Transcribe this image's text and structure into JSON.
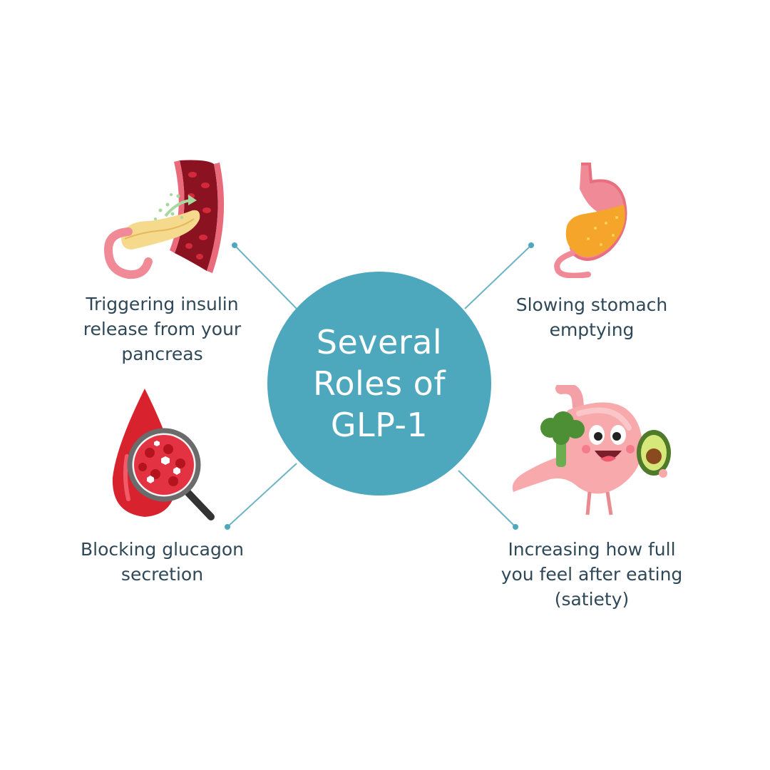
{
  "center": {
    "title": "Several Roles of GLP-1"
  },
  "roles": [
    {
      "label": "Triggering insulin\nrelease from your\npancreas",
      "icon": "pancreas-blood-vessel-icon"
    },
    {
      "label": "Slowing stomach\nemptying",
      "icon": "stomach-icon"
    },
    {
      "label": "Blocking glucagon\nsecretion",
      "icon": "blood-drop-magnifier-icon"
    },
    {
      "label": "Increasing how full\nyou feel after eating\n(satiety)",
      "icon": "happy-stomach-food-icon"
    }
  ],
  "colors": {
    "circle": "#4da7bd",
    "connector": "#6db3c6",
    "text": "#2f4858",
    "background": "#ffffff"
  }
}
